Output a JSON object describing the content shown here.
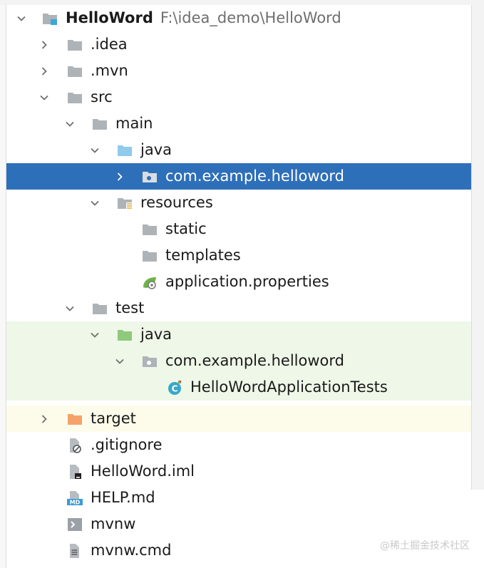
{
  "project": {
    "name": "HelloWord",
    "path": "F:\\idea_demo\\HelloWord"
  },
  "items": {
    "idea": ".idea",
    "mvn": ".mvn",
    "src": "src",
    "main": "main",
    "main_java": "java",
    "main_pkg": "com.example.helloword",
    "resources": "resources",
    "static": "static",
    "templates": "templates",
    "app_props": "application.properties",
    "test": "test",
    "test_java": "java",
    "test_pkg": "com.example.helloword",
    "test_class": "HelloWordApplicationTests",
    "target": "target",
    "gitignore": ".gitignore",
    "iml": "HelloWord.iml",
    "help": "HELP.md",
    "mvnw": "mvnw",
    "mvnw_cmd": "mvnw.cmd"
  },
  "icon_labels": {
    "md_badge": "MD",
    "class_badge": "C"
  },
  "watermark": "@稀土掘金技术社区",
  "colors": {
    "selection": "#2e6fb9",
    "folder": "#aeb3b8",
    "source_folder": "#8ecbed",
    "test_folder": "#8fc97b",
    "excluded_folder": "#f5a26a",
    "test_bg": "#eef7e8",
    "excluded_bg": "#fdfcea",
    "spring_green": "#6cb447",
    "module_square": "#39a7dc"
  }
}
